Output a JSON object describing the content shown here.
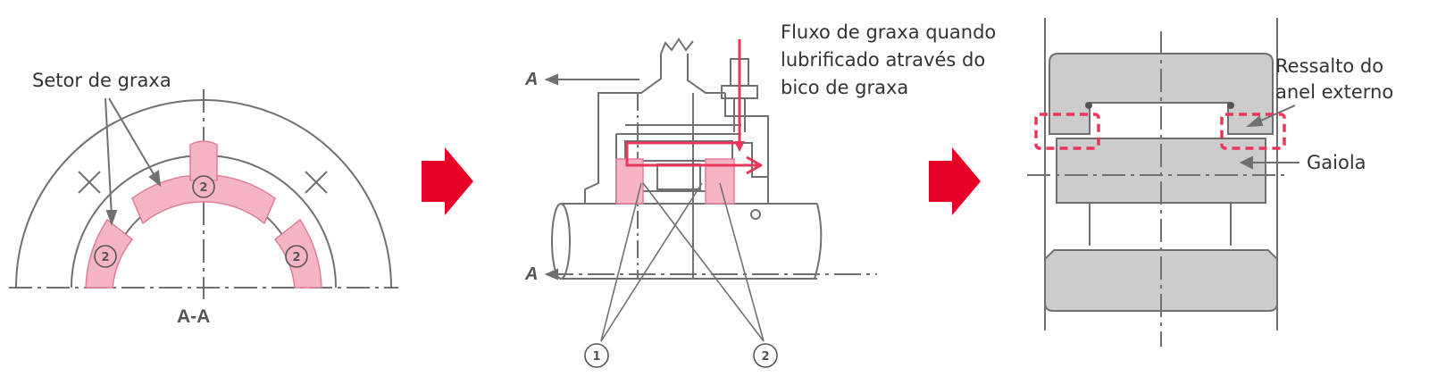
{
  "labels": {
    "setor_de_graxa": "Setor de graxa",
    "section_aa": "A-A",
    "fluxo_line1": "Fluxo de graxa quando",
    "fluxo_line2": "lubrificado através do",
    "fluxo_line3": "bico de graxa",
    "section_a": "A",
    "ressalto_line1": "Ressalto do",
    "ressalto_line2": "anel externo",
    "gaiola": "Gaiola"
  },
  "markers": {
    "one": "1",
    "two": "2"
  },
  "colors": {
    "grease_pink": "#f5b5c4",
    "grease_pink_edge": "#e07d97",
    "flow_red": "#e8375a",
    "arrow_red": "#e60026",
    "line_gray": "#707070",
    "bearing_gray": "#cccccc"
  }
}
